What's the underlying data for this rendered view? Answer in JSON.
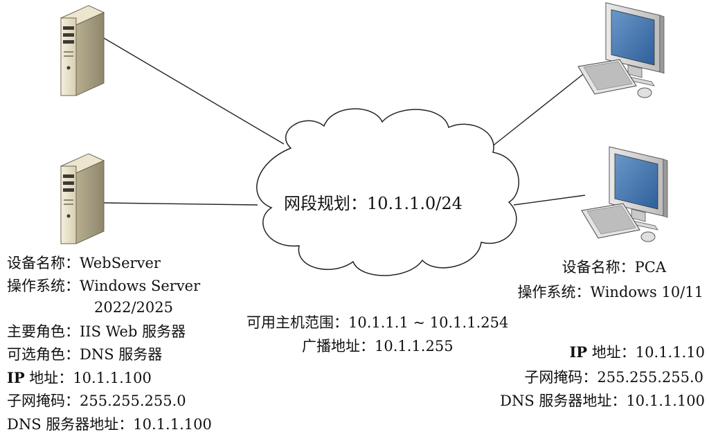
{
  "network": {
    "label_prefix": "网段规划：",
    "subnet": "10.1.1.0/24",
    "host_range_label": "可用主机范围：",
    "host_range": "10.1.1.1 ~ 10.1.1.254",
    "broadcast_label": "广播地址：",
    "broadcast": "10.1.1.255"
  },
  "server": {
    "name_label": "设备名称：",
    "name": "WebServer",
    "os_label": "操作系统：",
    "os_line1": "Windows Server",
    "os_line2": "2022/2025",
    "primary_role_label": "主要角色：",
    "primary_role": "IIS Web 服务器",
    "optional_role_label": "可选角色：",
    "optional_role": "DNS 服务器",
    "ip_label_bold": "IP",
    "ip_label_rest": " 地址：",
    "ip": "10.1.1.100",
    "mask_label": "子网掩码：",
    "mask": "255.255.255.0",
    "dns_label": "DNS 服务器地址：",
    "dns": "10.1.1.100"
  },
  "client": {
    "name_label": "设备名称：",
    "name": "PCA",
    "os_label": "操作系统：",
    "os": "Windows 10/11",
    "ip_label_bold": "IP",
    "ip_label_rest": " 地址：",
    "ip": "10.1.1.10",
    "mask_label": "子网掩码：",
    "mask": "255.255.255.0",
    "dns_label": "DNS 服务器地址：",
    "dns": "10.1.1.100"
  },
  "icons": [
    "server-tower-icon",
    "desktop-computer-icon",
    "network-cloud-icon"
  ]
}
